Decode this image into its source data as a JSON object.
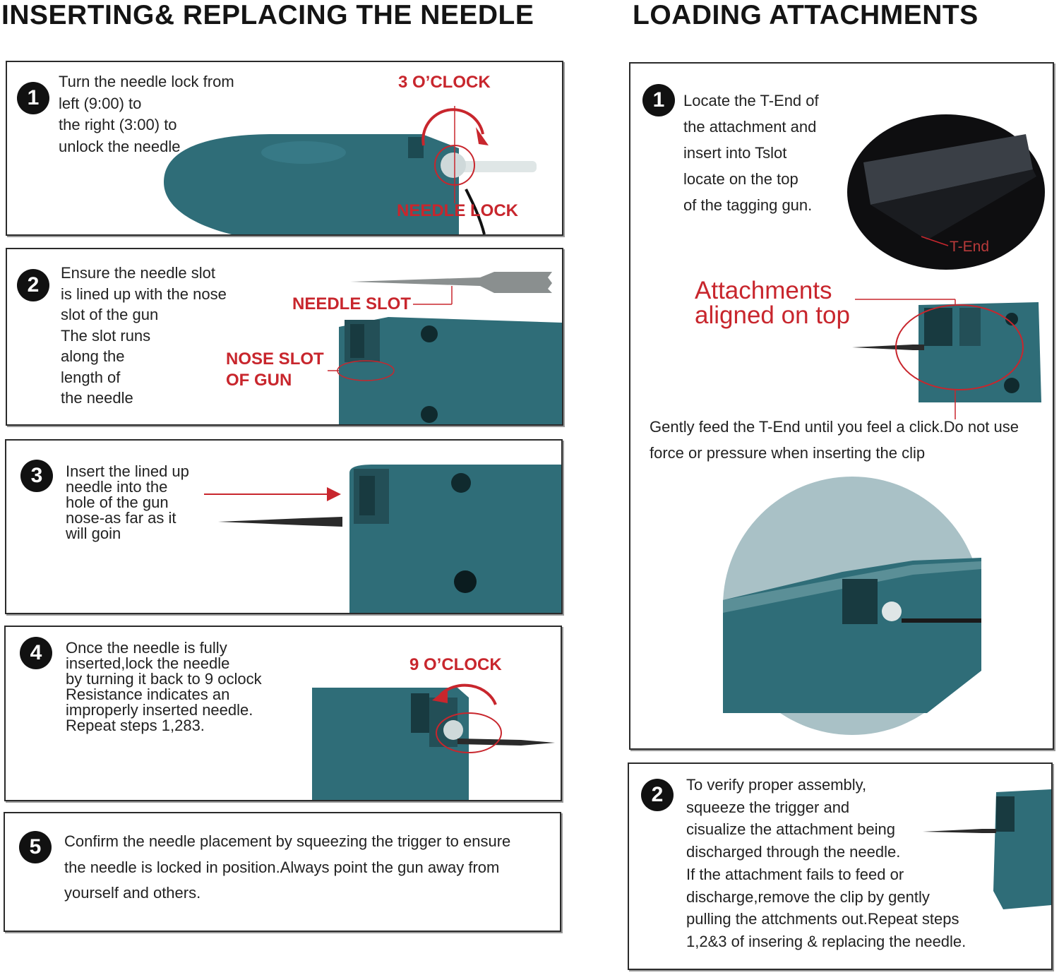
{
  "left": {
    "heading": "INSERTING& REPLACING THE NEEDLE",
    "steps": [
      {
        "num": "1",
        "lines": [
          "Turn the needle lock from",
          "left (9:00) to",
          "the right (3:00) to",
          "unlock the needle"
        ],
        "callouts": [
          "3 O’CLOCK",
          "NEEDLE LOCK"
        ]
      },
      {
        "num": "2",
        "lines": [
          "Ensure the needle slot",
          "is lined up with the nose",
          "slot of the gun",
          "The slot runs",
          "along the",
          "length of",
          "the needle"
        ],
        "callouts": [
          "NEEDLE SLOT",
          "NOSE SLOT",
          "OF GUN"
        ]
      },
      {
        "num": "3",
        "lines": [
          "Insert the lined up",
          "needle into the",
          "hole of the gun",
          "nose-as far as it",
          "will goin"
        ]
      },
      {
        "num": "4",
        "lines": [
          "Once the needle is fully",
          "inserted,lock the needle",
          "by turning it back to 9 oclock",
          "Resistance indicates an",
          "improperly inserted needle.",
          "Repeat steps 1,283."
        ],
        "callouts": [
          "9 O’CLOCK"
        ]
      },
      {
        "num": "5",
        "lines": [
          "Confirm the needle placement by squeezing the trigger to ensure",
          "the needle is locked in position.Always point the gun away from",
          "yourself and others."
        ]
      }
    ]
  },
  "right": {
    "heading": "LOADING ATTACHMENTS",
    "step1": {
      "num": "1",
      "lines": [
        "Locate the T-End of",
        "the attachment and",
        "insert into Tslot",
        "locate on the top",
        "of the tagging gun."
      ],
      "tend_label": "T-End",
      "callout_lines": [
        "Attachments",
        "aligned on top"
      ],
      "feed_lines": [
        "Gently feed the T-End until you feel a click.Do not use",
        "force or pressure when inserting the clip"
      ]
    },
    "step2": {
      "num": "2",
      "lines": [
        "To verify proper assembly,",
        "squeeze the trigger and",
        "cisualize the attachment being",
        "discharged through the needle.",
        "If the attachment fails to feed or",
        "discharge,remove the clip by gently",
        "pulling the attchments out.Repeat steps",
        "1,2&3 of insering & replacing the needle."
      ]
    }
  },
  "colors": {
    "accent_red": "#c8262d",
    "gun_teal": "#2f6d78",
    "badge": "#111111"
  }
}
